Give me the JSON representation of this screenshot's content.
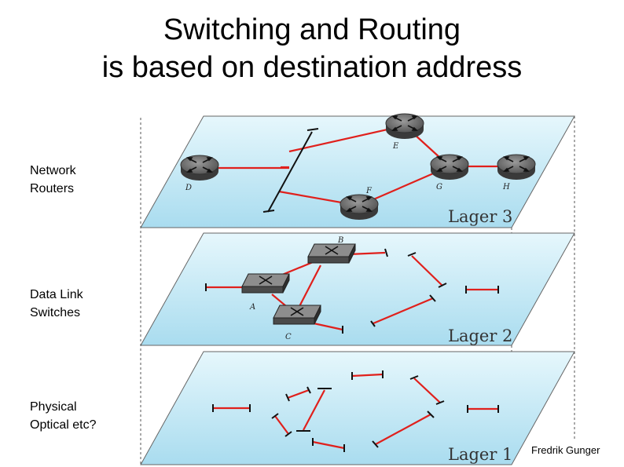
{
  "title": {
    "line1": "Switching and Routing",
    "line2": "is based on destination address"
  },
  "side_labels": {
    "network": [
      "Network",
      "Routers"
    ],
    "datalink": [
      "Data Link",
      "Switches"
    ],
    "physical": [
      "Physical",
      "Optical etc?"
    ]
  },
  "planes": {
    "layer3": "Lager 3",
    "layer2": "Lager 2",
    "layer1": "Lager 1"
  },
  "nodes": {
    "routers": [
      "D",
      "E",
      "F",
      "G",
      "H"
    ],
    "switches": [
      "A",
      "B",
      "C"
    ]
  },
  "credit": "Fredrik Gunger",
  "colors": {
    "plane_light": "#e4f6fc",
    "plane_dark": "#a9dcef",
    "link": "#e0201c"
  }
}
